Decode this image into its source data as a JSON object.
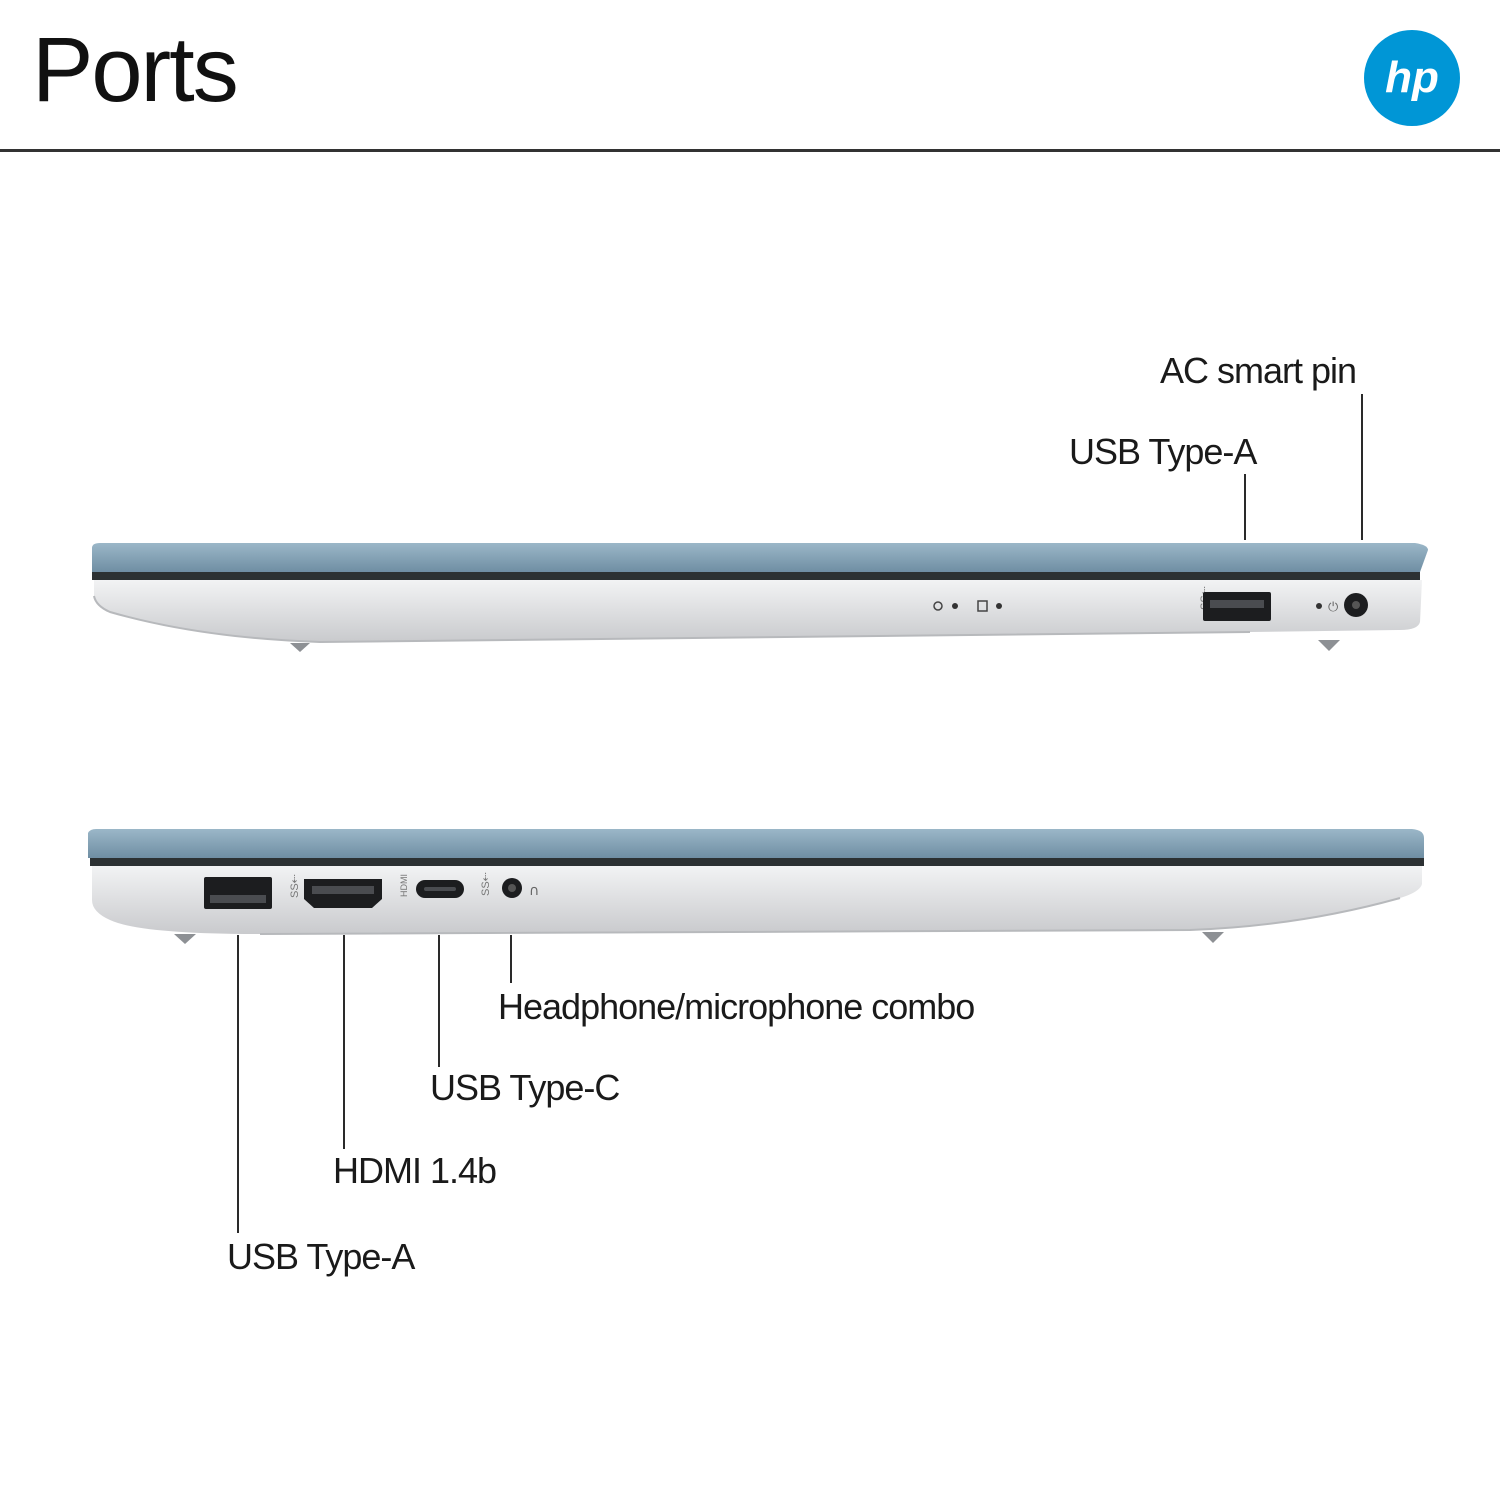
{
  "header": {
    "title": "Ports",
    "brand": "hp",
    "brand_color": "#0096d6"
  },
  "right_side_view": {
    "lid_color": "#7f9fb4",
    "base_color": "#dcdde0",
    "callouts": [
      {
        "label": "AC smart pin"
      },
      {
        "label": "USB Type-A"
      }
    ]
  },
  "left_side_view": {
    "callouts": [
      {
        "label": "Headphone/microphone combo"
      },
      {
        "label": "USB Type-C"
      },
      {
        "label": "HDMI 1.4b"
      },
      {
        "label": "USB Type-A"
      }
    ]
  }
}
